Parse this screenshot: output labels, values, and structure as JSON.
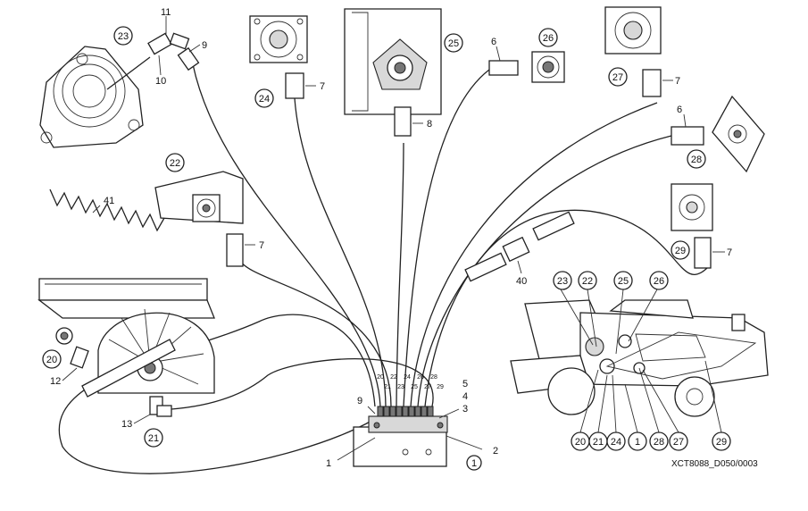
{
  "diagram": {
    "reference_code": "XCT8088_D050/0003",
    "circled_part_labels": {
      "p1": "1",
      "p20": "20",
      "p21": "21",
      "p22": "22",
      "p23": "23",
      "p24": "24",
      "p25": "25",
      "p26": "26",
      "p27": "27",
      "p28": "28",
      "p29": "29"
    },
    "plain_part_labels": {
      "n1": "1",
      "n2": "2",
      "n3": "3",
      "n4": "4",
      "n5": "5",
      "n6": "6",
      "n7": "7",
      "n8": "8",
      "n9": "9",
      "n10": "10",
      "n11": "11",
      "n12": "12",
      "n13": "13",
      "n40": "40",
      "n41": "41"
    },
    "manifold_line_labels": [
      "20",
      "22",
      "24",
      "26",
      "28",
      "21",
      "23",
      "25",
      "27",
      "29"
    ],
    "overview_labels": {
      "top": [
        "23",
        "22",
        "25",
        "26"
      ],
      "bottom": [
        "20",
        "21",
        "24",
        "1",
        "28",
        "27",
        "29"
      ]
    }
  },
  "colors": {
    "ink": "#222222",
    "paper": "#ffffff",
    "shade": "#d8d8d8"
  }
}
